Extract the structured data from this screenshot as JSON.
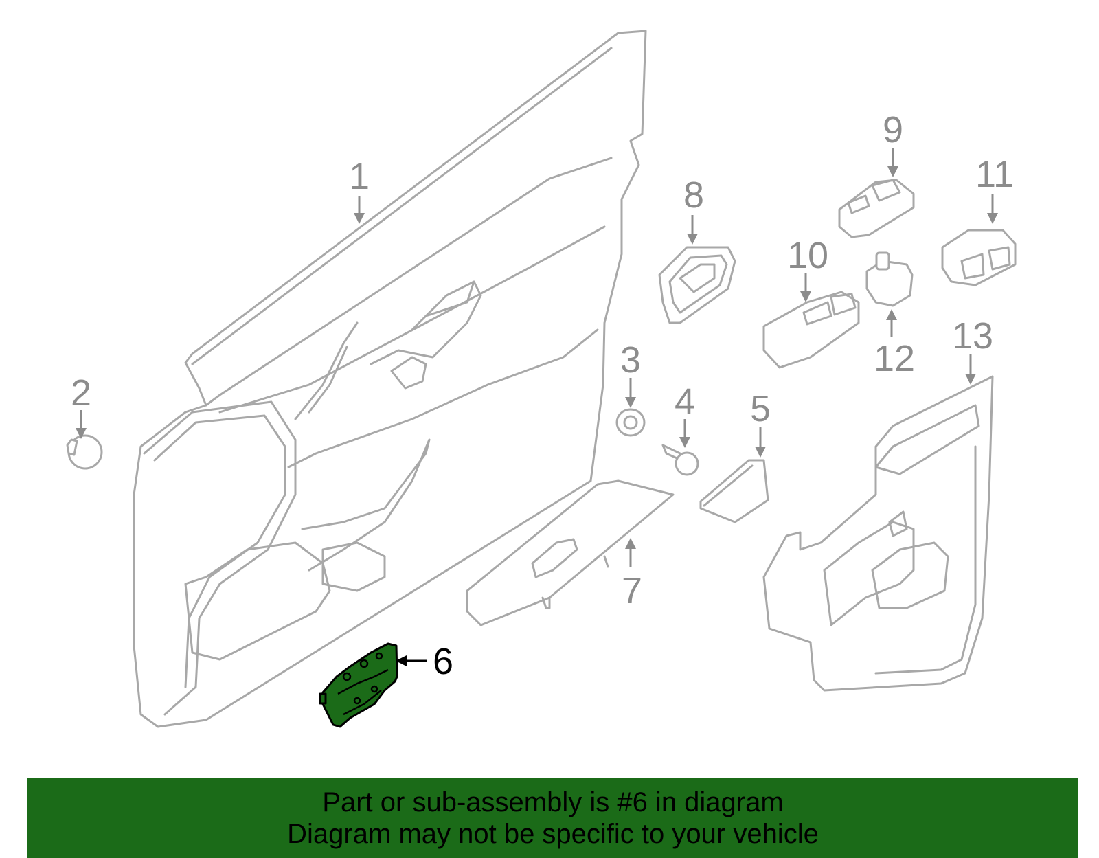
{
  "callouts": [
    "1",
    "2",
    "3",
    "4",
    "5",
    "6",
    "7",
    "8",
    "9",
    "10",
    "11",
    "12",
    "13"
  ],
  "highlighted_part": "6",
  "colors": {
    "highlight": "#1b6b18",
    "line": "#a8a8a8",
    "label": "#8c8c8c"
  },
  "banner": {
    "line1": "Part or sub-assembly is #6 in diagram",
    "line2": "Diagram may not be specific to your vehicle"
  }
}
